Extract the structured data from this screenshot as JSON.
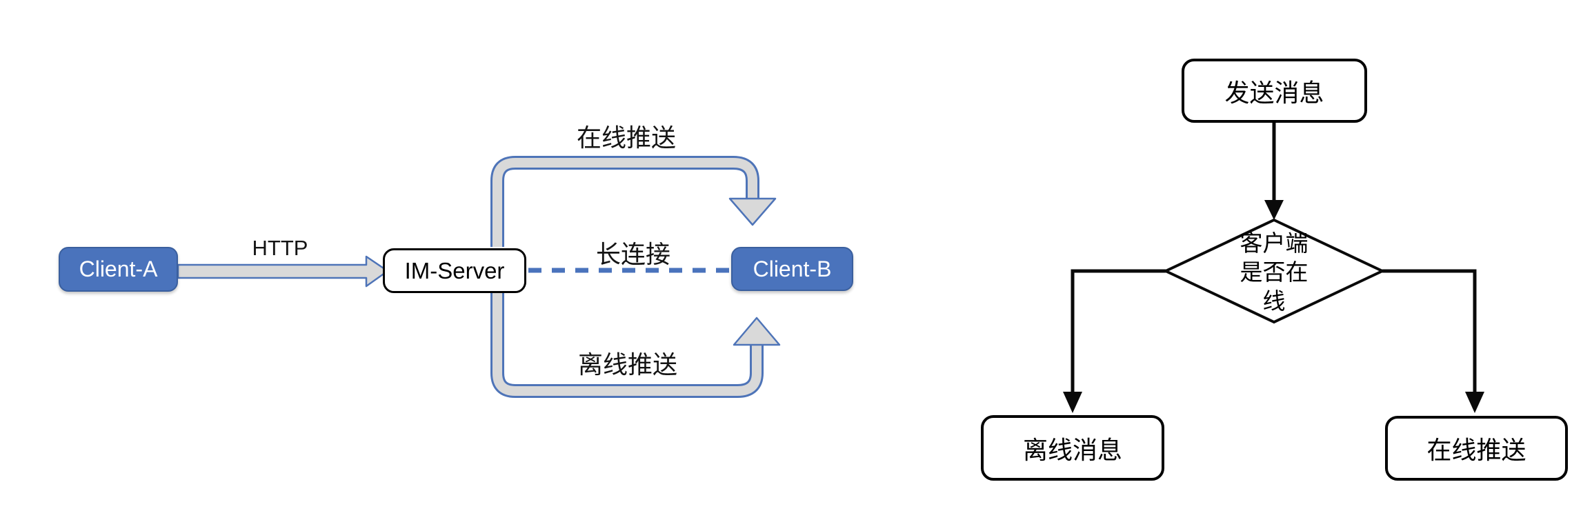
{
  "diagram_left": {
    "nodes": {
      "client_a": {
        "label": "Client-A"
      },
      "im_server": {
        "label": "IM-Server"
      },
      "client_b": {
        "label": "Client-B"
      }
    },
    "edge_labels": {
      "http": "HTTP",
      "online_push": "在线推送",
      "long_connection": "长连接",
      "offline_push": "离线推送"
    }
  },
  "flowchart_right": {
    "nodes": {
      "send_message": {
        "label": "发送消息"
      },
      "decision": {
        "lines": [
          "客户端",
          "是否在",
          "线"
        ]
      },
      "offline_message": {
        "label": "离线消息"
      },
      "online_push": {
        "label": "在线推送"
      }
    }
  },
  "colors": {
    "canvas_bg": "#FFFFFF",
    "client_node_fill": "#4A73BC",
    "client_node_border": "#3A5F9E",
    "pipe_fill": "#D9D9D9",
    "pipe_border": "#4E74B8",
    "dashed_line": "#4A73BC",
    "flow_line": "#0A0A0A"
  }
}
